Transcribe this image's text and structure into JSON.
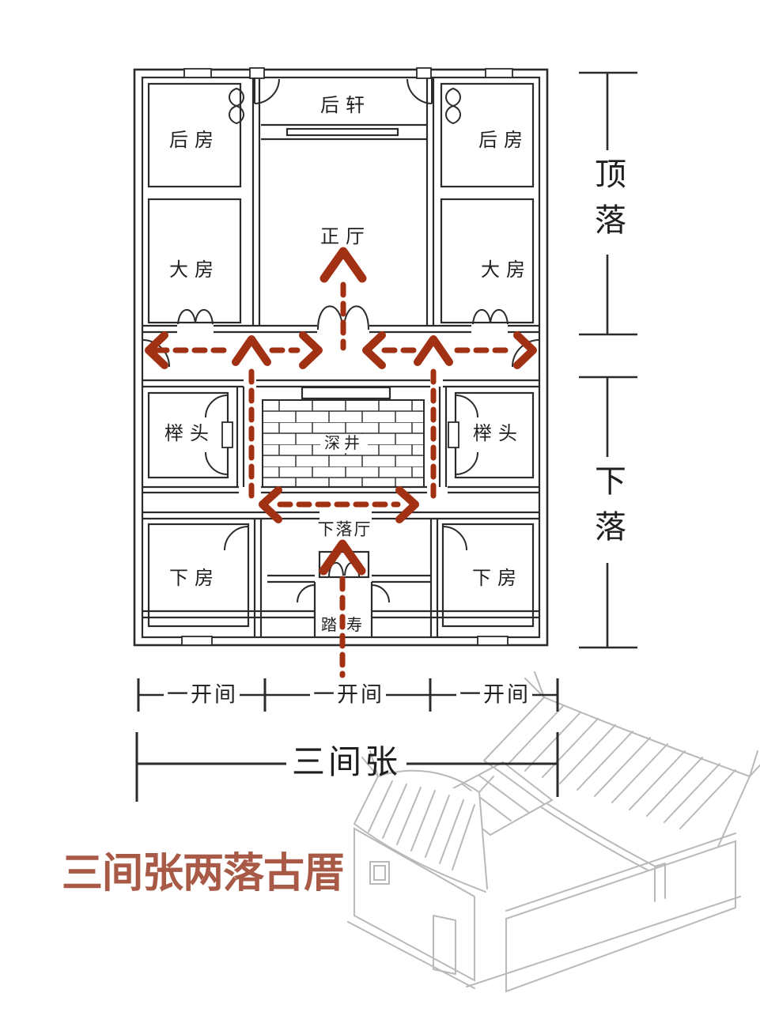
{
  "caption": "三间张两落古厝",
  "colors": {
    "plan_line": "#2b2b2b",
    "circulation_red": "#a23113",
    "caption_color": "#a85a46",
    "sketch_gray": "#b9b9b9"
  },
  "floor_plan": {
    "rooms": {
      "rear_porch": "后轩",
      "rear_room": "后房",
      "main_hall": "正厅",
      "big_room": "大房",
      "side_wing": "榉头",
      "courtyard": "深井",
      "lower_hall": "下落厅",
      "lower_room": "下房",
      "entrance_step": "踏寿"
    }
  },
  "dimensions": {
    "top_fall": "顶落",
    "lower_fall": "下落",
    "bay": "一开间",
    "three_bays": "三间张"
  }
}
